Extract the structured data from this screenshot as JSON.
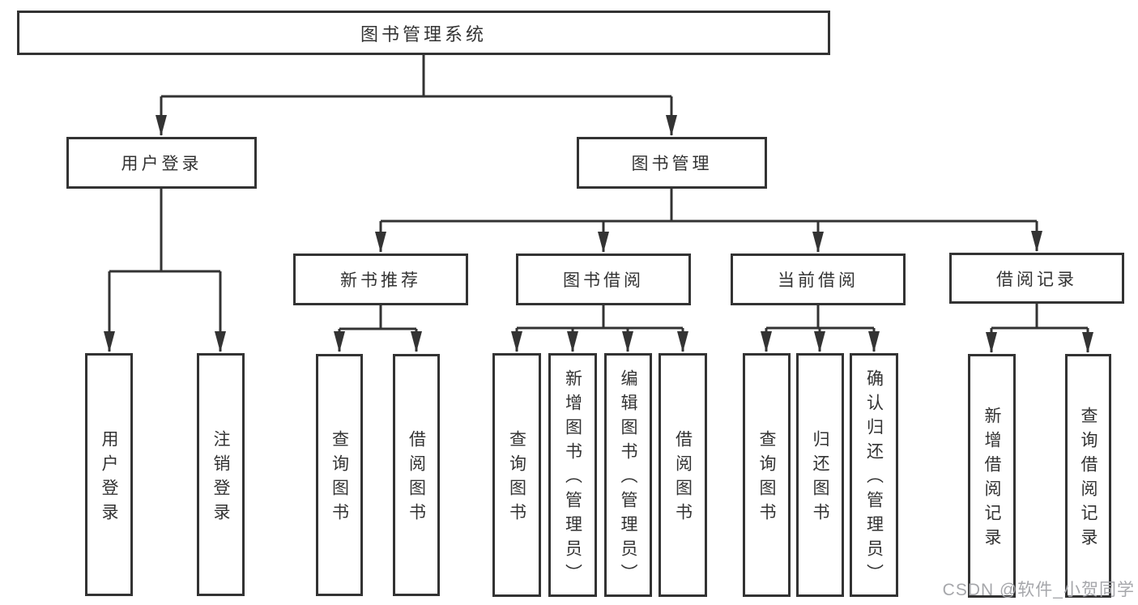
{
  "nodes": {
    "root": {
      "label": "图书管理系统"
    },
    "userLogin": {
      "label": "用户登录"
    },
    "bookMgmt": {
      "label": "图书管理"
    },
    "newBooks": {
      "label": "新书推荐"
    },
    "bookBorrow": {
      "label": "图书借阅"
    },
    "currentBorrow": {
      "label": "当前借阅"
    },
    "borrowRecords": {
      "label": "借阅记录"
    },
    "leafUserLogin": {
      "label": "用户登录"
    },
    "leafLogout": {
      "label": "注销登录"
    },
    "leafNbQuery": {
      "label": "查询图书"
    },
    "leafNbBorrow": {
      "label": "借阅图书"
    },
    "leafBbQuery": {
      "label": "查询图书"
    },
    "leafBbAdd": {
      "label": "新增图书（管理员）"
    },
    "leafBbEdit": {
      "label": "编辑图书（管理员）"
    },
    "leafBbBorrow": {
      "label": "借阅图书"
    },
    "leafCbQuery": {
      "label": "查询图书"
    },
    "leafCbReturn": {
      "label": "归还图书"
    },
    "leafCbConfirm": {
      "label": "确认归还（管理员）"
    },
    "leafBrAdd": {
      "label": "新增借阅记录"
    },
    "leafBrQuery": {
      "label": "查询借阅记录"
    }
  },
  "watermark": {
    "text": "CSDN @软件_小贺同学"
  },
  "colors": {
    "line": "#333333",
    "text": "#333333",
    "watermark": "#a6a7ab",
    "background": "#ffffff"
  }
}
